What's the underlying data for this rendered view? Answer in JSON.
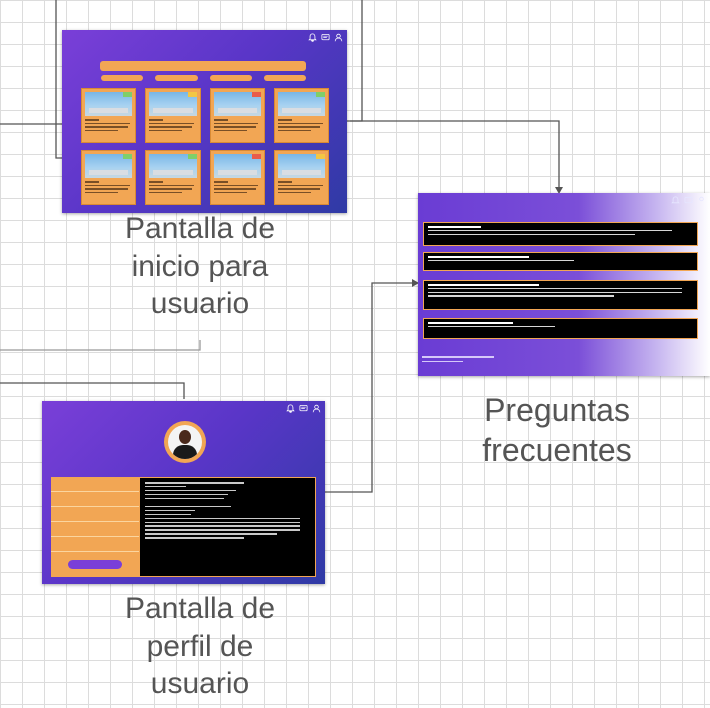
{
  "captions": {
    "home": [
      "Pantalla de",
      "inicio para",
      "usuario"
    ],
    "faq": [
      "Preguntas",
      "frecuentes"
    ],
    "profile": [
      "Pantalla de",
      "perfil de",
      "usuario"
    ]
  },
  "colors": {
    "accent_orange": "#f2a654",
    "purple": "#7a3fd8",
    "navy": "#2f3aa5",
    "connector": "#555555"
  },
  "icons": [
    "bell-icon",
    "message-icon",
    "user-icon"
  ],
  "home_badges": [
    "#7fcf6a",
    "#f2c744",
    "#e85c4a",
    "#7fcf6a",
    "#7fcf6a",
    "#7fcf6a",
    "#e85c4a",
    "#f2c744"
  ]
}
